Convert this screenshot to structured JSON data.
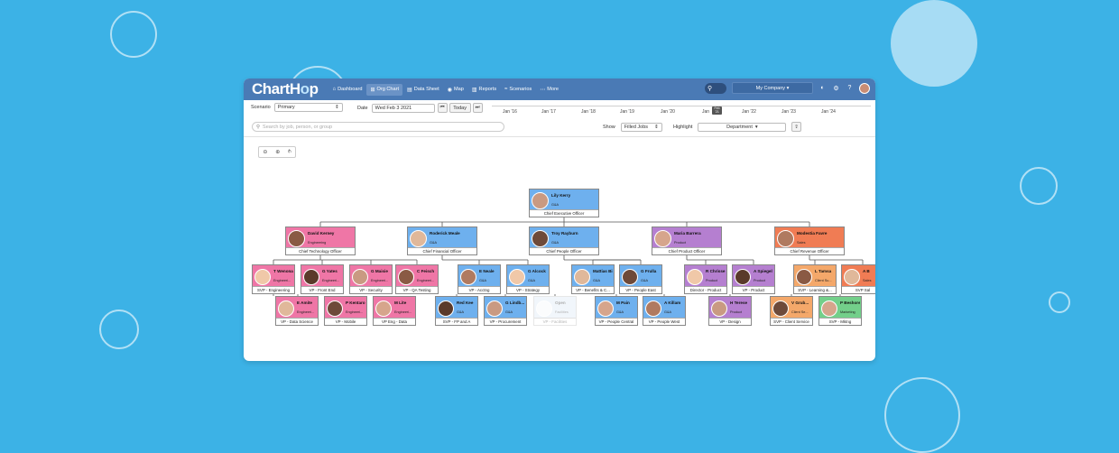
{
  "app": {
    "logo_part1": "ChartH",
    "logo_o": "o",
    "logo_part2": "p"
  },
  "nav": [
    {
      "label": "Dashboard",
      "icon": "⌂",
      "active": false
    },
    {
      "label": "Org Chart",
      "icon": "⊞",
      "active": true
    },
    {
      "label": "Data Sheet",
      "icon": "▤",
      "active": false
    },
    {
      "label": "Map",
      "icon": "◉",
      "active": false
    },
    {
      "label": "Reports",
      "icon": "▥",
      "active": false
    },
    {
      "label": "Scenarios",
      "icon": "≈",
      "active": false
    },
    {
      "label": "More",
      "icon": "⋯",
      "active": false
    }
  ],
  "topbar": {
    "company": "My Company ▾"
  },
  "controls": {
    "scenario_label": "Scenario",
    "scenario_value": "Primary",
    "date_label": "Date",
    "date_value": "Wed Feb 3 2021",
    "today_label": "Today",
    "search_placeholder": "Search by job, person, or group",
    "show_label": "Show",
    "show_value": "Filled Jobs",
    "highlight_label": "Highlight",
    "highlight_value": "Department"
  },
  "timeline": {
    "labels": [
      "Jan '16",
      "Jan '17",
      "Jan '18",
      "Jan '19",
      "Jan '20",
      "Jan",
      "Jan '22",
      "Jan '23",
      "Jan '24"
    ],
    "marker": "Feb '21"
  },
  "colors": {
    "Engineering": "#ef76a6",
    "G&A": "#6eb0ee",
    "Product": "#b57fd0",
    "Sales": "#f07c54",
    "Client Success": "#f4a86a",
    "Marketing": "#73cf8a"
  },
  "org": [
    {
      "name": "Lily Kerry",
      "dept": "G&A",
      "title": "Chief Executive Officer"
    },
    {
      "name": "David Kerney",
      "dept": "Engineering",
      "title": "Chief Technology Officer"
    },
    {
      "name": "Roderick Meale",
      "dept": "G&A",
      "title": "Chief Financial Officer"
    },
    {
      "name": "Troy Rayburn",
      "dept": "G&A",
      "title": "Chief People Officer"
    },
    {
      "name": "Maria Barrera",
      "dept": "Product",
      "title": "Chief Product Officer"
    },
    {
      "name": "Modestia Favre",
      "dept": "Sales",
      "title": "Chief Revenue Officer"
    },
    {
      "name": "T Wenona",
      "dept": "Engineeri...",
      "title": "SVP - Engineering"
    },
    {
      "name": "G Yates",
      "dept": "Engineeri...",
      "title": "VP - Front End"
    },
    {
      "name": "G Maisie",
      "dept": "Engineeri...",
      "title": "VP - Security"
    },
    {
      "name": "C Feisch",
      "dept": "Engineeri...",
      "title": "VP - QA Testing"
    },
    {
      "name": "E Amite",
      "dept": "Engineeri...",
      "title": "VP - Data Science"
    },
    {
      "name": "P Kentaro",
      "dept": "Engineeri...",
      "title": "VP - Mobile"
    },
    {
      "name": "M Lite",
      "dept": "Engineeri...",
      "title": "VP Eng - Data"
    },
    {
      "name": "E Neale",
      "dept": "G&A",
      "title": "VP - Acctng"
    },
    {
      "name": "G Alcock",
      "dept": "G&A",
      "title": "VP - Strategy"
    },
    {
      "name": "Red Kee",
      "dept": "G&A",
      "title": "SVP - FP and A"
    },
    {
      "name": "G Lindb...",
      "dept": "G&A",
      "title": "VP - Procurement"
    },
    {
      "name": "Open",
      "dept": "Facilities",
      "title": "VP - Facilities"
    },
    {
      "name": "Mattias Bil",
      "dept": "G&A",
      "title": "VP - Benefits & C..."
    },
    {
      "name": "G Frulla",
      "dept": "G&A",
      "title": "VP - People East"
    },
    {
      "name": "M Pain",
      "dept": "G&A",
      "title": "VP - People Central"
    },
    {
      "name": "A Killam",
      "dept": "G&A",
      "title": "VP - People West"
    },
    {
      "name": "R Chrisse",
      "dept": "Product",
      "title": "Director - Product"
    },
    {
      "name": "A Spiegel",
      "dept": "Product",
      "title": "VP - Product"
    },
    {
      "name": "H Terese",
      "dept": "Product",
      "title": "VP - Design"
    },
    {
      "name": "L Tamsa",
      "dept": "Client Su...",
      "title": "SVP - Learning &..."
    },
    {
      "name": "A B",
      "dept": "Sales",
      "title": "SVP Sal"
    },
    {
      "name": "V Grub...",
      "dept": "Client Se...",
      "title": "SVP - Client Service"
    },
    {
      "name": "P Beshore",
      "dept": "Marketing",
      "title": "SVP - Mktng"
    }
  ]
}
